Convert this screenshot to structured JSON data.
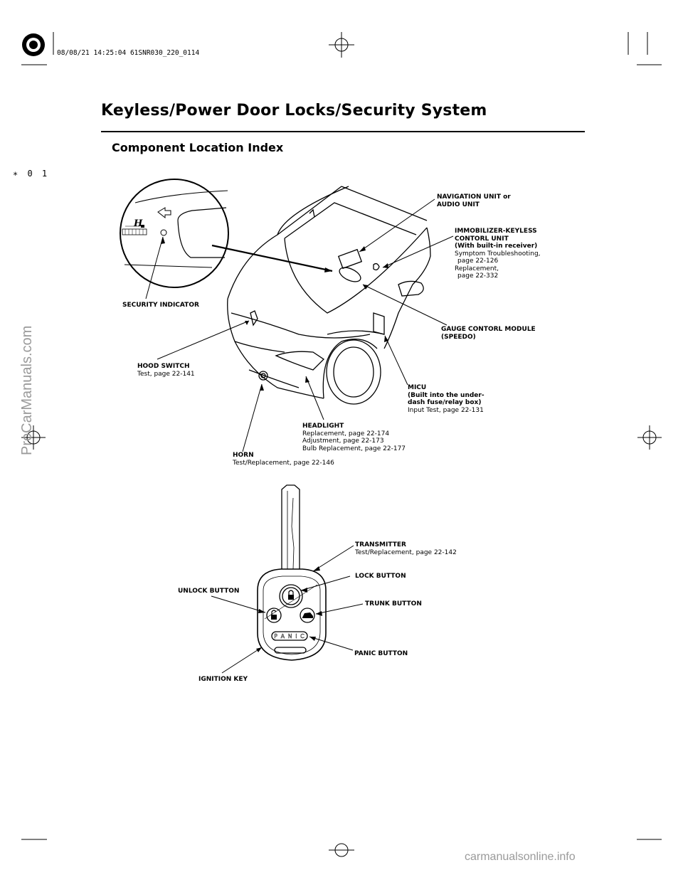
{
  "header": {
    "print_stamp": "08/08/21 14:25:04 61SNR030_220_0114",
    "page_mark": "∗ 0 1",
    "title": "Keyless/Power Door Locks/Security System",
    "subtitle": "Component Location Index"
  },
  "callouts": {
    "navigation": {
      "name_1": "NAVIGATION UNIT or",
      "name_2": "AUDIO UNIT"
    },
    "immobilizer": {
      "name_1": "IMMOBILIZER-KEYLESS",
      "name_2": "CONTORL UNIT",
      "name_3": "(With built-in receiver)",
      "ref_1": "Symptom Troubleshooting,",
      "ref_2": "page 22-126",
      "ref_3": "Replacement,",
      "ref_4": "page 22-332"
    },
    "security_indicator": {
      "name_1": "SECURITY INDICATOR"
    },
    "gauge_module": {
      "name_1": "GAUGE CONTORL MODULE",
      "name_2": "(SPEEDO)"
    },
    "hood_switch": {
      "name_1": "HOOD SWITCH",
      "ref_1": "Test, page 22-141"
    },
    "micu": {
      "name_1": "MICU",
      "name_2": "(Built into the under-",
      "name_3": "dash fuse/relay box)",
      "ref_1": "Input Test, page 22-131"
    },
    "headlight": {
      "name_1": "HEADLIGHT",
      "ref_1": "Replacement, page 22-174",
      "ref_2": "Adjustment, page 22-173",
      "ref_3": "Bulb Replacement, page 22-177"
    },
    "horn": {
      "name_1": "HORN",
      "ref_1": "Test/Replacement, page 22-146"
    },
    "transmitter": {
      "name_1": "TRANSMITTER",
      "ref_1": "Test/Replacement,  page 22-142"
    },
    "lock_button": {
      "name_1": "LOCK BUTTON"
    },
    "unlock_button": {
      "name_1": "UNLOCK BUTTON"
    },
    "trunk_button": {
      "name_1": "TRUNK BUTTON"
    },
    "panic_button": {
      "name_1": "PANIC BUTTON"
    },
    "ignition_key": {
      "name_1": "IGNITION KEY"
    }
  },
  "illustration": {
    "badge_letter": "H",
    "panic_key_text": "P A N I C"
  },
  "watermarks": {
    "left": "ProCarManuals.com",
    "bottom": "carmanualsonline.info"
  }
}
